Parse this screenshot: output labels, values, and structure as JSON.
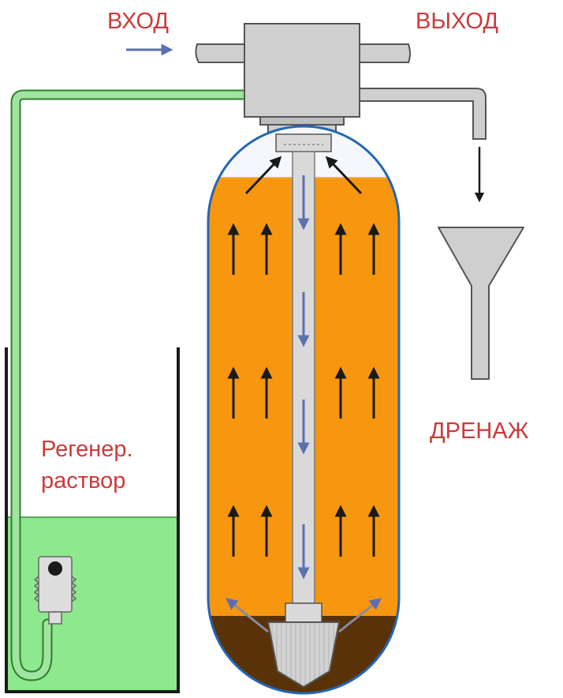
{
  "labels": {
    "inlet": "ВХОД",
    "outlet": "ВЫХОД",
    "drain": "ДРЕНАЖ",
    "solution_line1": "Регенер.",
    "solution_line2": "раствор"
  },
  "colors": {
    "label_text": "#cc3a3a",
    "resin": "#f7970f",
    "gravel": "#5a3208",
    "brine": "#8ee88e",
    "brine_tube": "#9fe59f",
    "vessel_outline": "#2366b5",
    "pipe_gray": "#cfcfcf",
    "arrow_black": "#1a1a1a",
    "arrow_blue": "#5b6fb2"
  },
  "icons": {
    "upflow_arrows": "arrow-up-icon",
    "downflow_arrows": "arrow-down-icon",
    "inlet_arrow": "arrow-right-icon",
    "drain_arrow": "arrow-down-icon"
  }
}
